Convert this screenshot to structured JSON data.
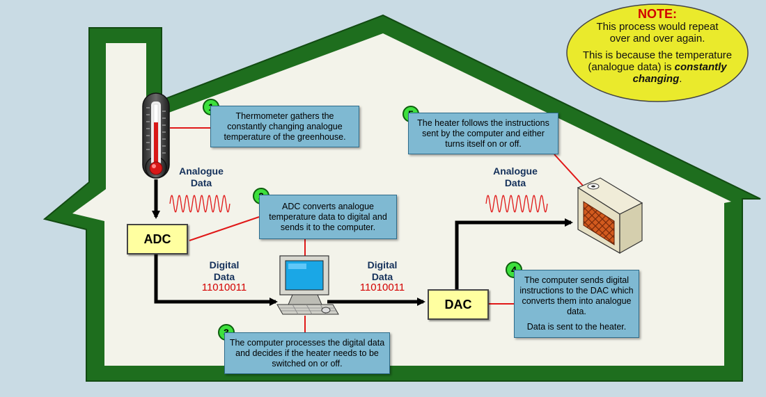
{
  "note": {
    "title": "NOTE:",
    "line1": "This process would repeat over and over again.",
    "line2_start": "This is because the temperature (analogue data) is ",
    "line2_emphasis": "constantly changing",
    "line2_end": "."
  },
  "steps": [
    {
      "number": "1",
      "text": "Thermometer gathers the constantly changing analogue temperature of the greenhouse."
    },
    {
      "number": "2",
      "text": "ADC converts analogue temperature data to digital and sends it to the computer."
    },
    {
      "number": "3",
      "text": "The computer processes the digital data and decides if the heater needs to be switched on or off."
    },
    {
      "number": "4",
      "text": "The computer sends digital instructions to the DAC which converts them into analogue data.",
      "text2": "Data is sent to the heater."
    },
    {
      "number": "5",
      "text": "The heater follows the instructions sent by the computer and either turns itself on or off."
    }
  ],
  "labels": {
    "analogue_left": "Analogue Data",
    "analogue_right": "Analogue Data",
    "digital_left": "Digital Data",
    "digital_right": "Digital Data",
    "bits_left": "11010011",
    "bits_right": "11010011",
    "adc": "ADC",
    "dac": "DAC"
  },
  "colors": {
    "house_wall": "#1e6e1e",
    "house_interior": "#f3f3ea",
    "connector_line": "#e01818",
    "flow_arrow": "#000000",
    "info_box": "#7fb9d2",
    "step_badge": "#3de03d",
    "converter_box": "#ffffa0",
    "note_bubble": "#eaea2c",
    "wave": "#e01818"
  },
  "icons": [
    "thermometer-icon",
    "computer-icon",
    "heater-icon"
  ]
}
